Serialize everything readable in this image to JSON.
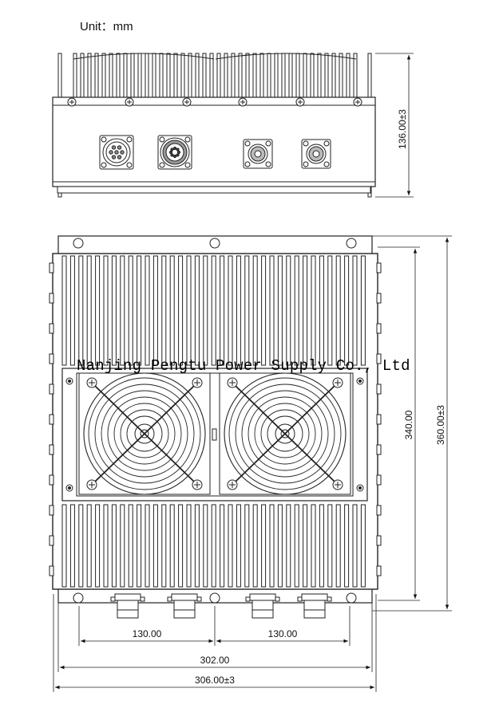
{
  "unit_label": "Unit：mm",
  "watermark": "Nanjing Pengtu Power Supply Co., Ltd",
  "dimensions": {
    "front_height": "136.00±3",
    "inner_height": "340.00",
    "outer_height": "360.00±3",
    "connector_spacing_left": "130.00",
    "connector_spacing_right": "130.00",
    "inner_width": "302.00",
    "outer_width": "306.00±3"
  },
  "icons": [
    "fan-icon",
    "connector-icon",
    "mounting-hole-icon",
    "screw-icon"
  ]
}
